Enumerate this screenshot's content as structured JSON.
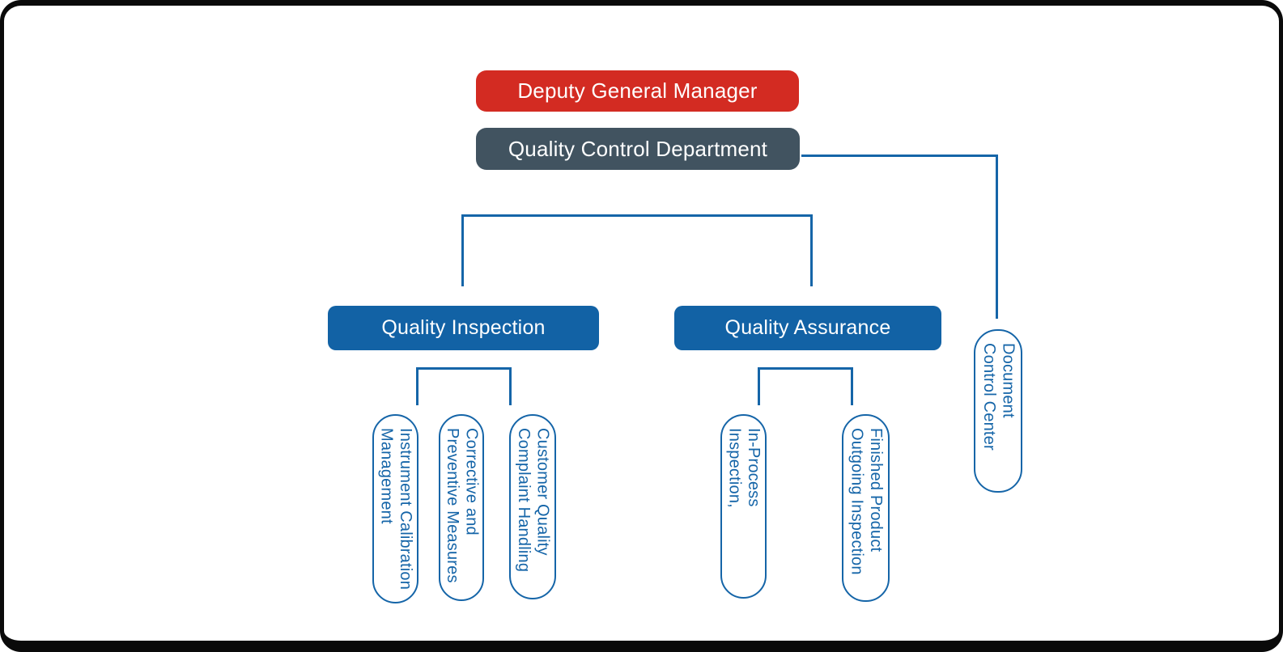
{
  "diagram": {
    "type": "org-chart",
    "colors": {
      "top_box_red": "#d32b22",
      "department_box_slate": "#415360",
      "section_box_blue": "#1262a5",
      "line_and_outline_blue": "#1565a8",
      "frame_black": "#0a0a0a",
      "text_on_boxes": "#ffffff"
    },
    "nodes": {
      "deputy_general_manager": {
        "label": "Deputy General Manager"
      },
      "quality_control_department": {
        "label": "Quality Control Department"
      },
      "quality_inspection": {
        "label": "Quality Inspection"
      },
      "quality_assurance": {
        "label": "Quality Assurance"
      },
      "qi_children": [
        {
          "lines": [
            "Instrument Calibration",
            "Management"
          ]
        },
        {
          "lines": [
            "Corrective and",
            "Preventive Measures"
          ]
        },
        {
          "lines": [
            "Customer Quality",
            "Complaint Handling"
          ]
        }
      ],
      "qa_children": [
        {
          "lines": [
            "In-Process",
            "Inspection,"
          ]
        },
        {
          "lines": [
            "Finished Product",
            "Outgoing Inspection"
          ]
        }
      ],
      "document_control_center": {
        "lines": [
          "Document",
          "Control Center"
        ]
      }
    },
    "edges": [
      "quality_control_department -> document_control_center",
      "quality_control_department -> quality_inspection",
      "quality_control_department -> quality_assurance",
      "quality_inspection -> qi_children",
      "quality_assurance -> qa_children"
    ]
  }
}
